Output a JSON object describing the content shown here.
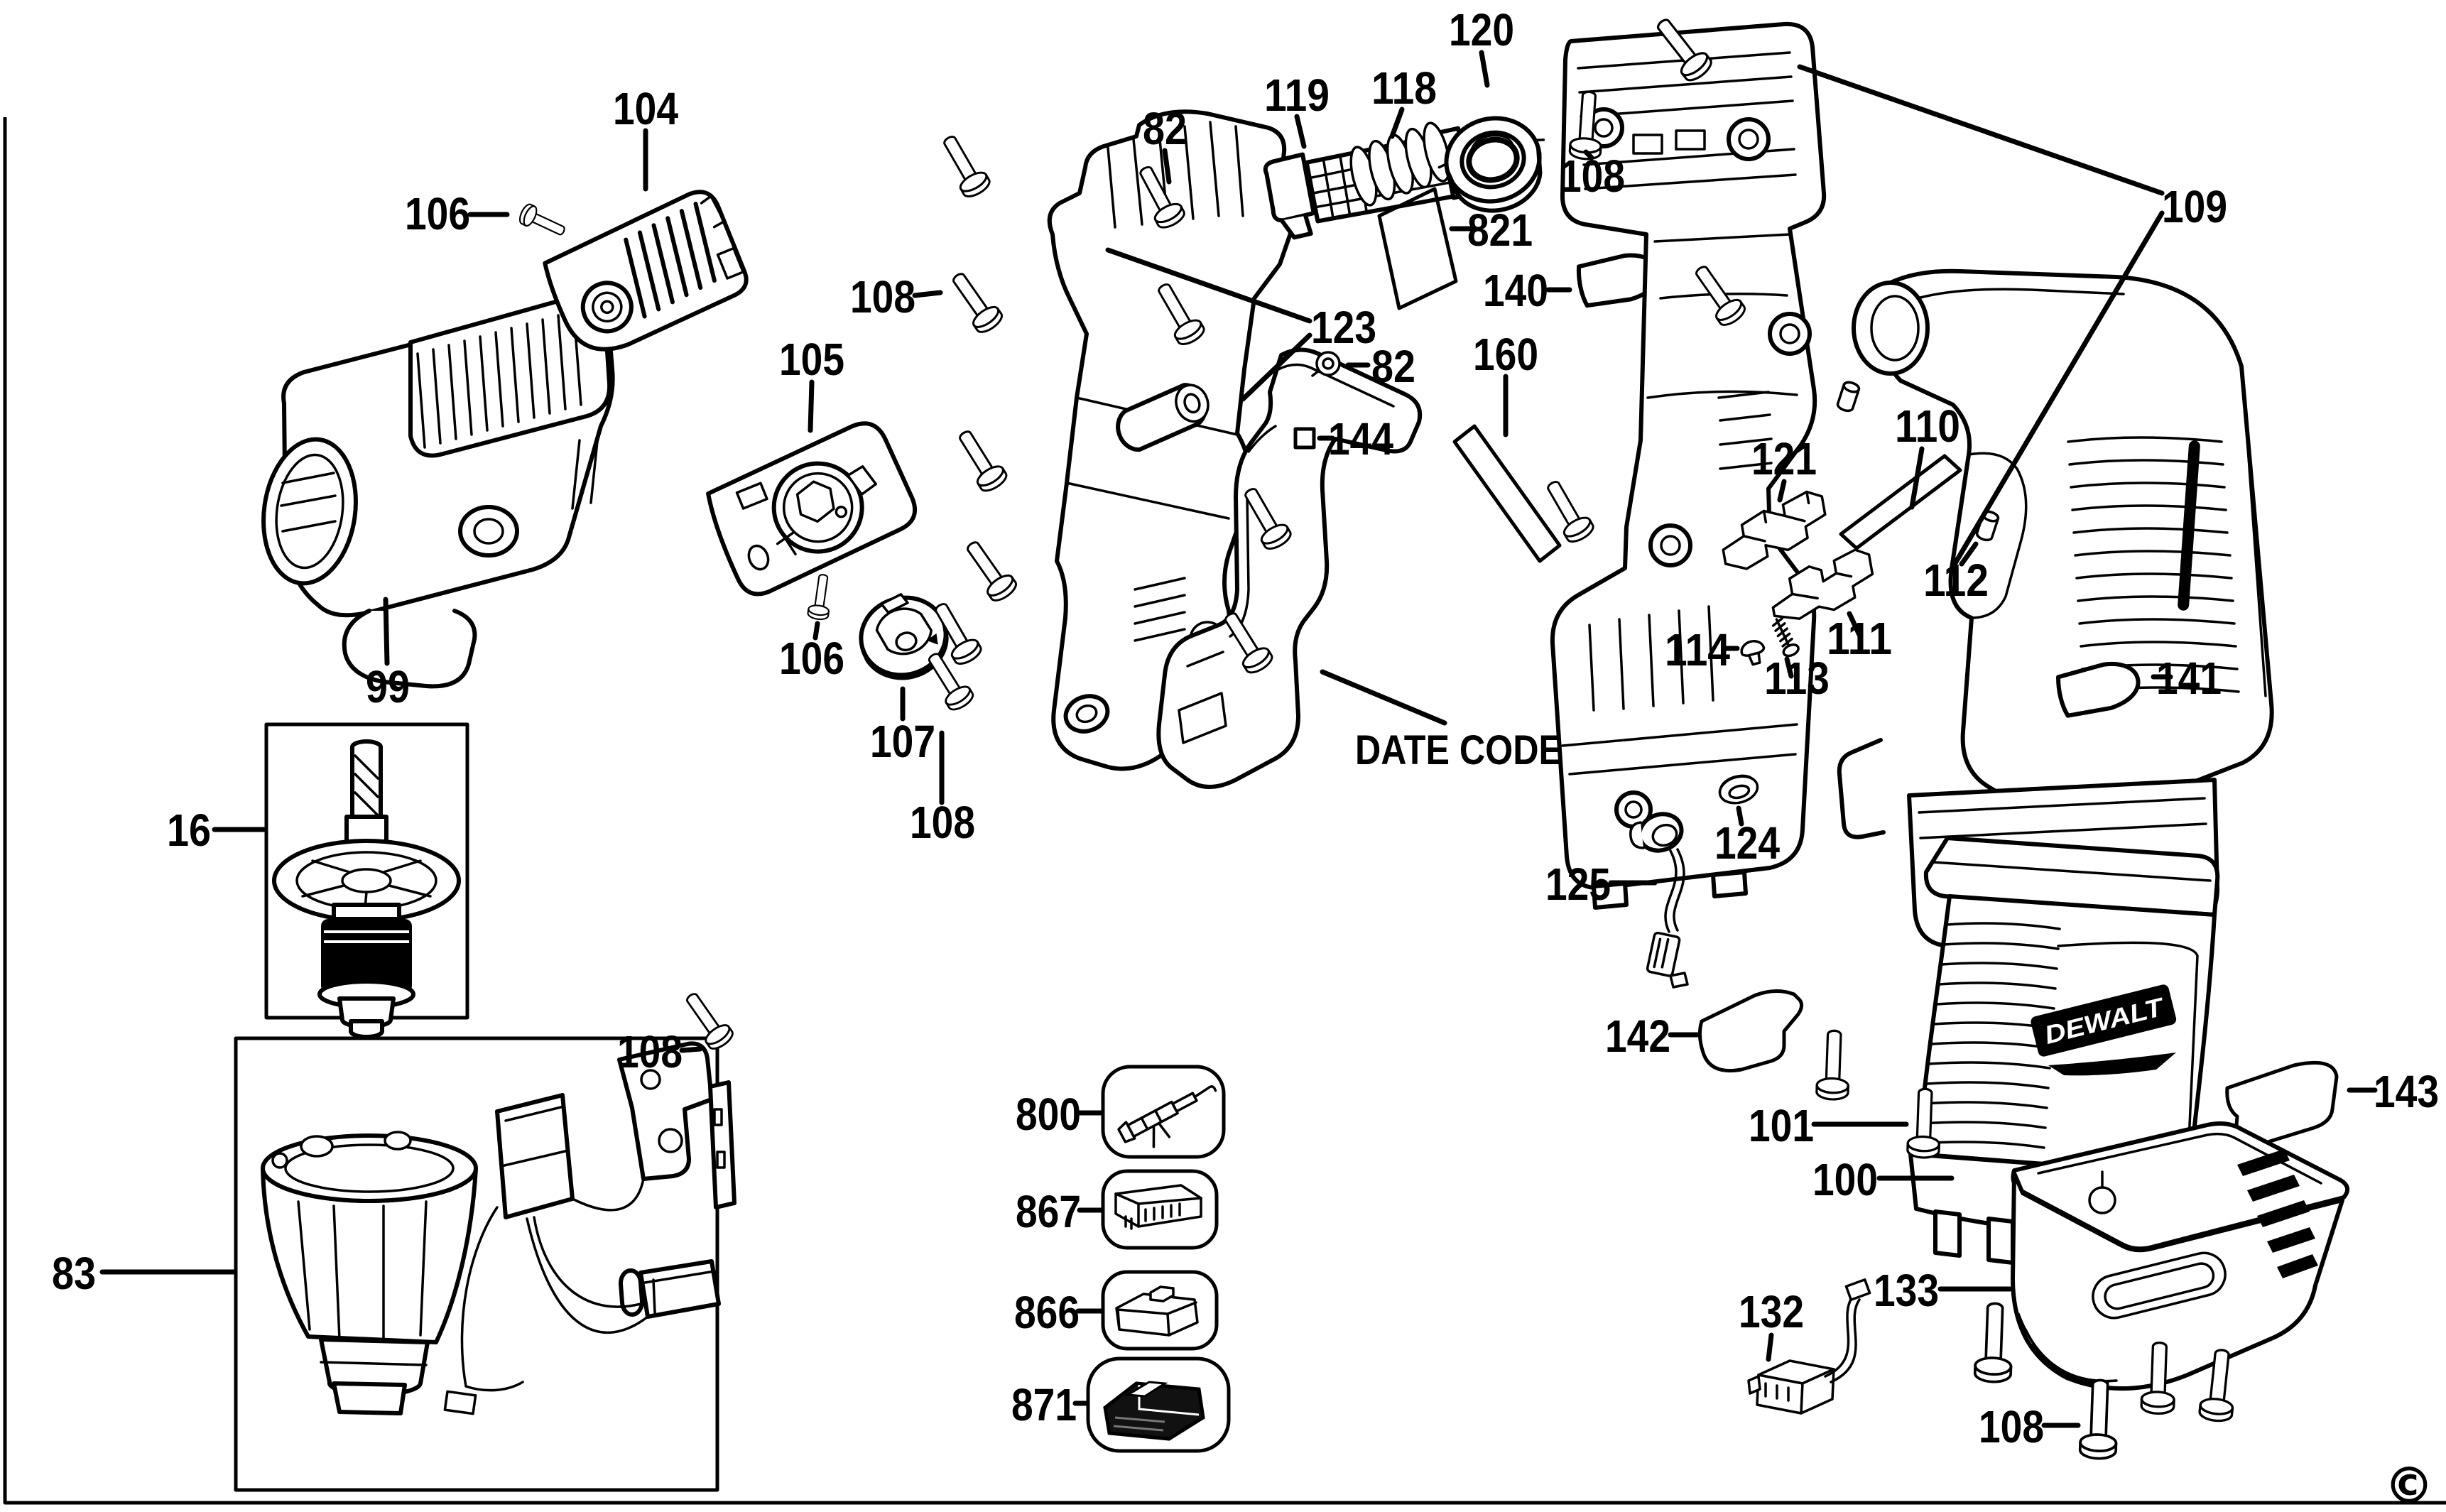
{
  "page": {
    "background": "#ffffff",
    "line_color": "#000000"
  },
  "brand": "DEWALT",
  "copyright_symbol": "©",
  "date_code_label": "DATE CODE",
  "parts": {
    "16": "16",
    "82": "82",
    "83": "83",
    "99": "99",
    "100": "100",
    "101": "101",
    "104": "104",
    "105": "105",
    "106": "106",
    "107": "107",
    "108": "108",
    "109": "109",
    "110": "110",
    "111": "111",
    "112": "112",
    "113": "113",
    "114": "114",
    "118": "118",
    "119": "119",
    "120": "120",
    "121": "121",
    "123": "123",
    "124": "124",
    "125": "125",
    "132": "132",
    "133": "133",
    "140": "140",
    "141": "141",
    "142": "142",
    "143": "143",
    "144": "144",
    "160": "160",
    "800": "800",
    "821": "821",
    "866": "866",
    "867": "867",
    "871": "871"
  }
}
